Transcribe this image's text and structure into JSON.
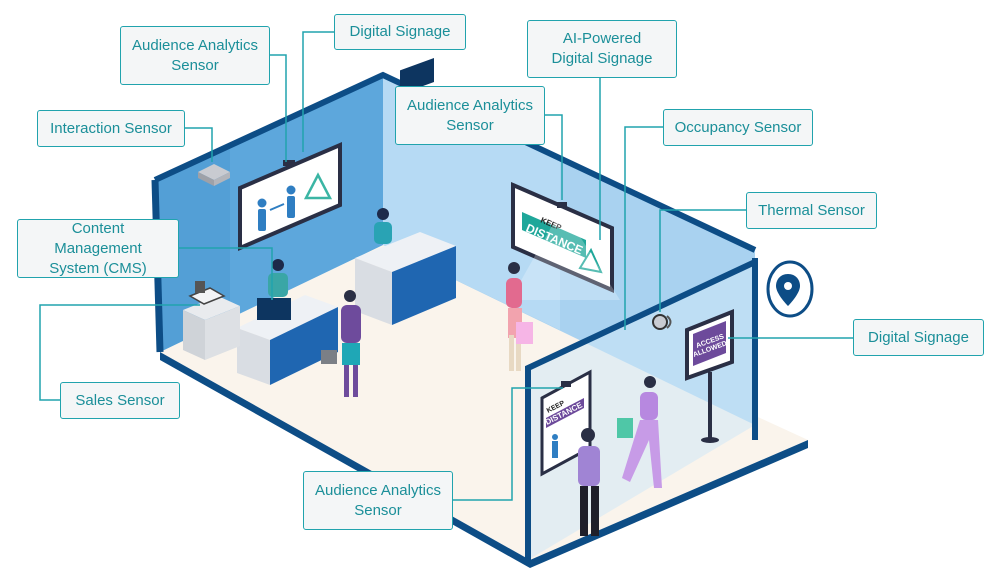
{
  "callouts": {
    "audience_analytics_1": {
      "line1": "Audience Analytics",
      "line2": "Sensor"
    },
    "digital_signage_top": {
      "text": "Digital Signage"
    },
    "ai_powered": {
      "line1": "AI-Powered",
      "line2": "Digital Signage"
    },
    "interaction_sensor": {
      "text": "Interaction Sensor"
    },
    "audience_analytics_2": {
      "line1": "Audience Analytics",
      "line2": "Sensor"
    },
    "occupancy_sensor": {
      "text": "Occupancy Sensor"
    },
    "thermal_sensor": {
      "text": "Thermal Sensor"
    },
    "cms": {
      "line1": "Content Management",
      "line2": "System (CMS)"
    },
    "digital_signage_right": {
      "text": "Digital Signage"
    },
    "sales_sensor": {
      "text": "Sales Sensor"
    },
    "audience_analytics_3": {
      "line1": "Audience Analytics",
      "line2": "Sensor"
    }
  },
  "signs": {
    "keep_1": "KEEP",
    "distance_1": "DISTANCE",
    "keep_2": "KEEP",
    "distance_2": "DISTANCE",
    "access_1": "ACCESS",
    "access_2": "ALLOWED"
  },
  "colors": {
    "accent": "#21a3ad",
    "wall_dark": "#0d4d86",
    "wall_light": "#5aa4d8",
    "floor": "#faf4ec",
    "callout_bg": "#f4f6f7"
  },
  "icons": [
    "location-pin-icon",
    "warning-icon",
    "person-icon"
  ]
}
